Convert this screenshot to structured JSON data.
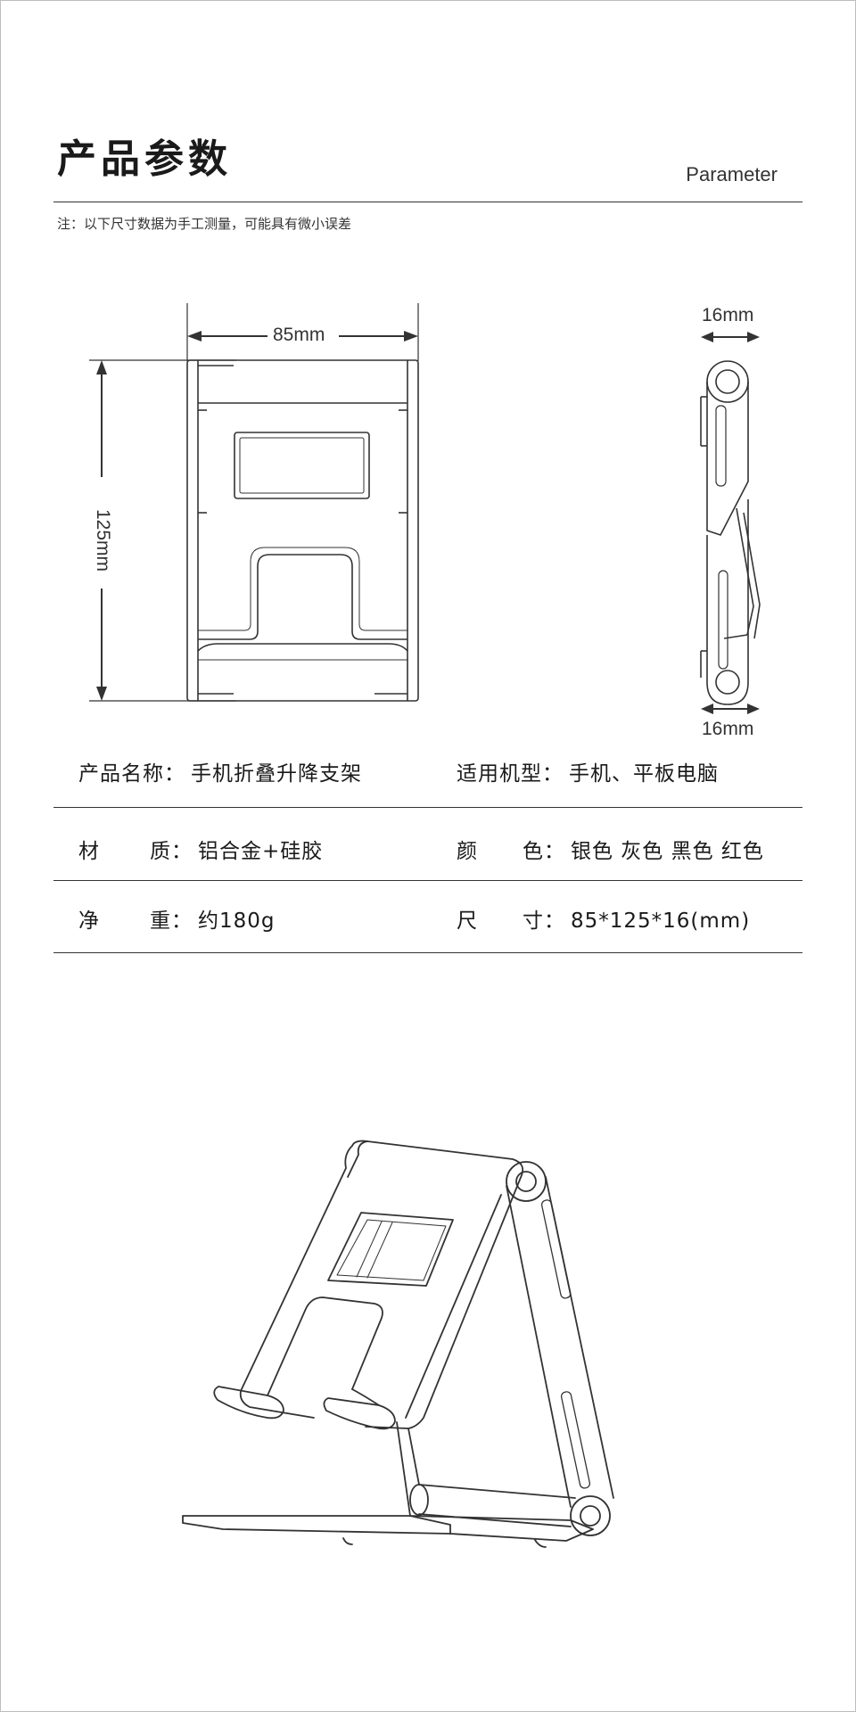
{
  "header": {
    "title": "产品参数",
    "subtitle": "Parameter",
    "note": "注：以下尺寸数据为手工测量，可能具有微小误差"
  },
  "dimensions": {
    "width": "85mm",
    "height": "125mm",
    "thickness_top": "16mm",
    "thickness_bottom": "16mm"
  },
  "specs": {
    "name": {
      "label": "产品名称",
      "sep": "：",
      "value": "手机折叠升降支架"
    },
    "models": {
      "label": "适用机型",
      "sep": "：",
      "value": "手机、平板电脑"
    },
    "material": {
      "label_a": "材",
      "label_b": "质",
      "sep": "：",
      "value": "铝合金+硅胶"
    },
    "color": {
      "label_a": "颜",
      "label_b": "色",
      "sep": "：",
      "value": "银色 灰色 黑色 红色"
    },
    "weight": {
      "label_a": "净",
      "label_b": "重",
      "sep": "：",
      "value": "约180g"
    },
    "size": {
      "label_a": "尺",
      "label_b": "寸",
      "sep": "：",
      "value": "85*125*16(mm)"
    }
  },
  "colors": {
    "line": "#333333",
    "background": "#ffffff"
  }
}
